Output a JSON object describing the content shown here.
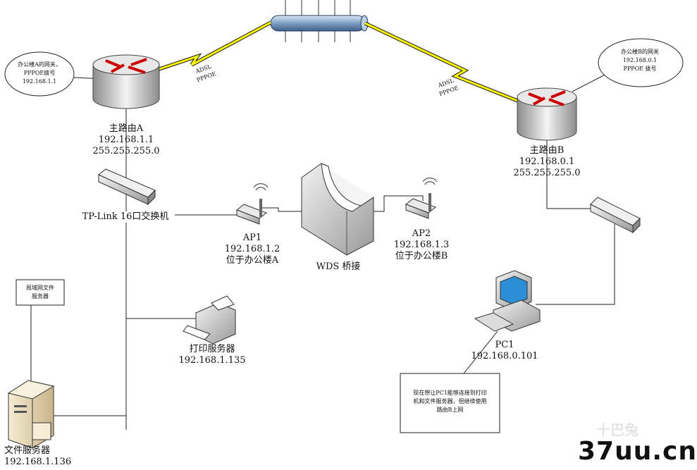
{
  "nodes": {
    "router_a": {
      "name": "主路由A",
      "ip": "192.168.1.1",
      "mask": "255.255.255.0"
    },
    "router_b": {
      "name": "主路由B",
      "ip": "192.168.0.1",
      "mask": "255.255.255.0"
    },
    "switch": {
      "name": "TP-Link 16口交换机"
    },
    "ap1": {
      "name": "AP1",
      "ip": "192.168.1.2",
      "location": "位于办公楼A"
    },
    "ap2": {
      "name": "AP2",
      "ip": "192.168.1.3",
      "location": "位于办公楼B"
    },
    "wds": {
      "name": "WDS 桥接"
    },
    "printer": {
      "name": "打印服务器",
      "ip": "192.168.1.135"
    },
    "file_server": {
      "name": "文件服务器",
      "ip": "192.168.1.136"
    },
    "pc1": {
      "name": "PC1",
      "ip": "192.168.0.101"
    }
  },
  "links": {
    "adsl_left": {
      "line1": "ADSL",
      "line2": "PPPOE"
    },
    "adsl_right": {
      "line1": "ADSL",
      "line2": "PPPOE"
    }
  },
  "callouts": {
    "gateway_a": {
      "line1": "办公楼A的网关，",
      "line2": "PPPOE拨号",
      "line3": "192.168.1.1"
    },
    "gateway_b": {
      "line1": "办公楼B的网关",
      "line2": "192.168.0.1",
      "line3": "PPPOE 拨号"
    },
    "lan_file_server": {
      "line1": "局域网文件",
      "line2": "服务器"
    },
    "question": {
      "line1": "现在想让PC1能够连接到打印",
      "line2": "机和文件服务器，但继续使用",
      "line3": "路由B上网"
    }
  },
  "watermark": {
    "site": "37uu.cn",
    "mark": "十巴兔"
  }
}
